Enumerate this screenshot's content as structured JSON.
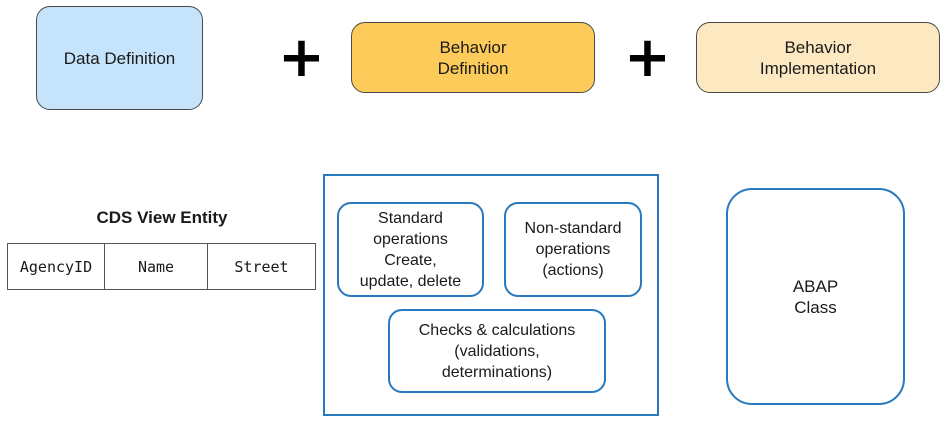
{
  "top_row": {
    "data_definition": "Data Definition",
    "plus_1": "+",
    "behavior_definition": "Behavior\nDefinition",
    "plus_2": "+",
    "behavior_implementation": "Behavior\nImplementation"
  },
  "cds": {
    "title": "CDS View Entity",
    "columns": [
      "AgencyID",
      "Name",
      "Street"
    ]
  },
  "behavior": {
    "standard": "Standard\noperations\nCreate,\nupdate, delete",
    "non_standard": "Non-standard\noperations\n(actions)",
    "checks": "Checks & calculations\n(validations,\ndeterminations)"
  },
  "implementation": {
    "abap_class": "ABAP\nClass"
  },
  "colors": {
    "data_definition_fill": "#c5e4fb",
    "behavior_definition_fill": "#fdcb5a",
    "behavior_implementation_fill": "#fde9c1",
    "accent_blue": "#2a78bd"
  }
}
